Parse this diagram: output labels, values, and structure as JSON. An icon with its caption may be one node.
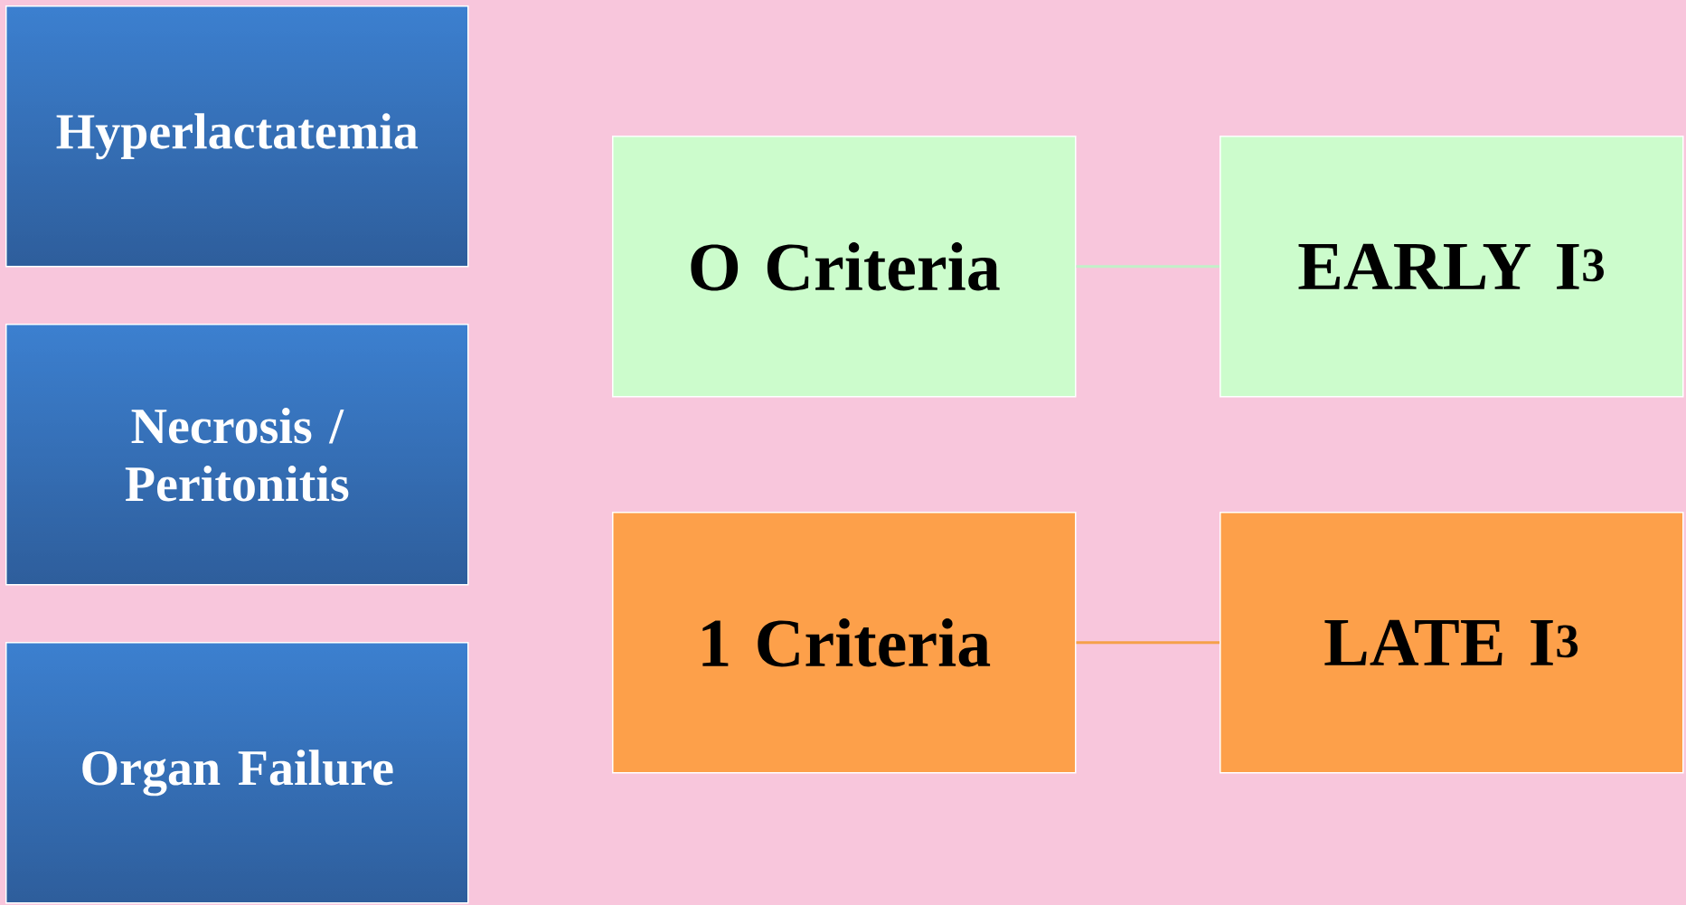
{
  "diagram": {
    "nodes": [
      {
        "text": [
          "Hyperlactatemia"
        ]
      },
      {
        "text": [
          "Necrosis / Peritonitis"
        ]
      },
      {
        "text": [
          "Organ Failure"
        ]
      },
      {
        "text": [
          "O Criteria"
        ]
      },
      {
        "text": [
          "EARLY I$^{3}$"
        ]
      },
      {
        "text": [
          "1 Criteria"
        ]
      },
      {
        "text": [
          "LATE I$^{3}$"
        ]
      }
    ],
    "edges": [
      {
        "from": 3,
        "to": 4,
        "arrow": "none",
        "color": "#c2f0c8"
      },
      {
        "from": 5,
        "to": 6,
        "arrow": "none",
        "color": "#f5a04a"
      }
    ]
  }
}
